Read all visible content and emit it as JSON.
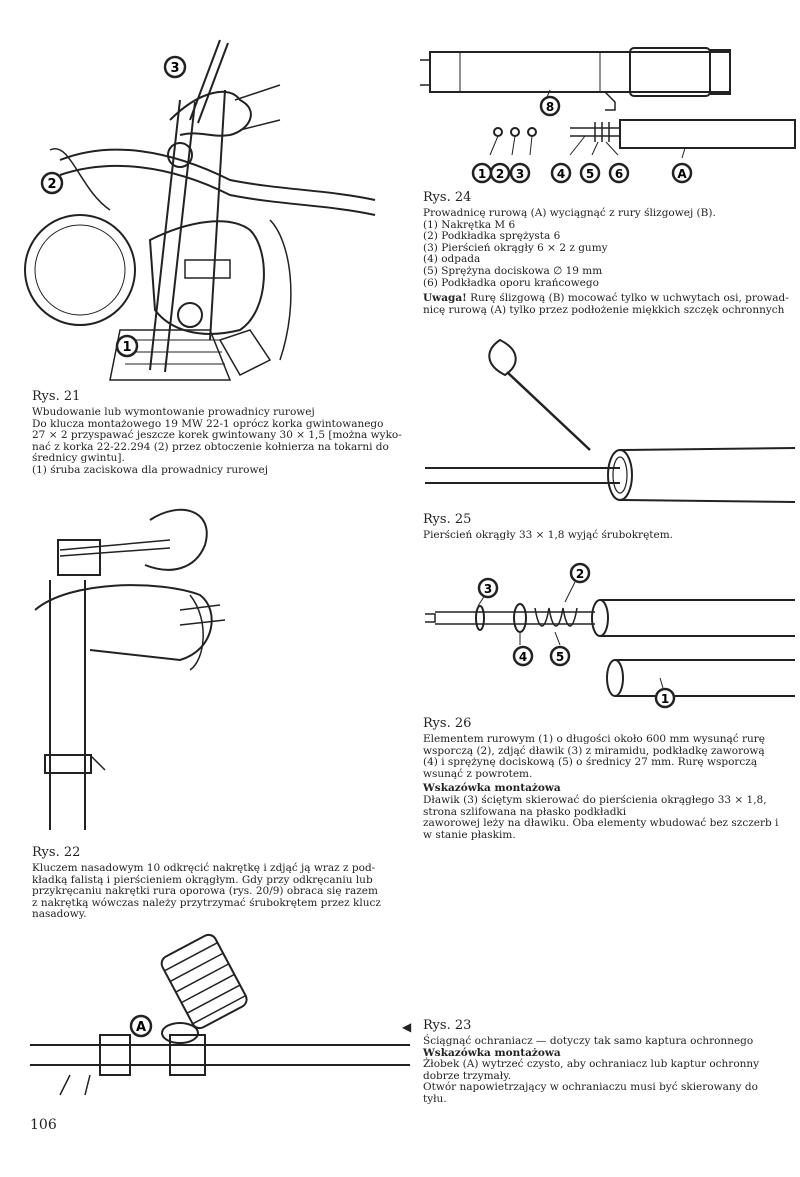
{
  "fig21": {
    "callouts": [
      "3",
      "2",
      "1"
    ],
    "title": "Rys. 21",
    "lines": [
      "Wbudowanie lub wymontowanie prowadnicy rurowej",
      "Do klucza montażowego 19 MW 22-1 oprócz korka gwintowanego",
      "27 × 2 przyspawać jeszcze korek gwintowany 30 × 1,5 [można wyko-",
      "nać z korka 22-22.294 (2) przez obtoczenie kołnierza na tokarni do",
      "średnicy gwintu].",
      "(1) śruba zaciskowa dla prowadnicy rurowej"
    ]
  },
  "fig22": {
    "title": "Rys. 22",
    "lines": [
      "Kluczem nasadowym 10 odkręcić nakrętkę i zdjąć ją wraz z pod-",
      "kładką falistą i pierścieniem okrągłym. Gdy przy odkręcaniu lub",
      "przykręcaniu nakrętki rura oporowa (rys. 20/9) obraca się razem",
      "z nakrętką wówczas należy przytrzymać śrubokrętem przez klucz",
      "nasadowy."
    ]
  },
  "fig23": {
    "callouts": [
      "A"
    ],
    "arrow": "◀",
    "title": "Rys. 23",
    "line1": "Ściągnąć ochraniacz — dotyczy tak samo kaptura ochronnego",
    "heading": "Wskazówka montażowa",
    "lines": [
      "Żłobek (A) wytrzeć czysto, aby ochraniacz lub kaptur ochronny",
      "dobrze trzymały.",
      "Otwór napowietrzający w ochraniaczu musi być skierowany do",
      "tyłu."
    ]
  },
  "fig24": {
    "callouts": [
      "8",
      "1",
      "2",
      "3",
      "4",
      "5",
      "6",
      "A"
    ],
    "title": "Rys. 24",
    "lines": [
      "Prowadnicę rurową (A) wyciągnąć z rury ślizgowej (B).",
      "(1) Nakrętka M 6",
      "(2) Podkładka sprężysta 6",
      "(3) Pierścień okrągły 6 × 2 z gumy",
      "(4) odpada",
      "(5) Sprężyna dociskowa ∅ 19 mm",
      "(6) Podkładka oporu krańcowego"
    ],
    "note_label": "Uwaga!",
    "note_text": " Rurę ślizgową (B) mocować tylko w uchwytach osi, prowad-",
    "note_line2": "nicę rurową (A) tylko przez podłożenie miękkich szczęk ochronnych"
  },
  "fig25": {
    "title": "Rys. 25",
    "lines": [
      "Pierścień okrągły 33 × 1,8 wyjąć śrubokrętem."
    ]
  },
  "fig26": {
    "callouts": [
      "3",
      "2",
      "4",
      "5",
      "1"
    ],
    "title": "Rys. 26",
    "lines": [
      "Elementem rurowym (1) o długości około 600 mm wysunąć rurę",
      "wsporczą (2), zdjąć dławik (3) z miramidu, podkładkę zaworową",
      "(4) i sprężynę dociskową (5) o średnicy 27 mm. Rurę wsporczą",
      "wsunąć z powrotem."
    ],
    "heading": "Wskazówka montażowa",
    "lines2": [
      "Dławik (3) ściętym skierować do pierścienia okrągłego 33 × 1,8,",
      "strona szlifowana na płasko podkładki",
      "zaworowej leży na dławiku. Oba elementy wbudować bez szczerb i",
      "w stanie płaskim."
    ]
  },
  "page_number": "106"
}
